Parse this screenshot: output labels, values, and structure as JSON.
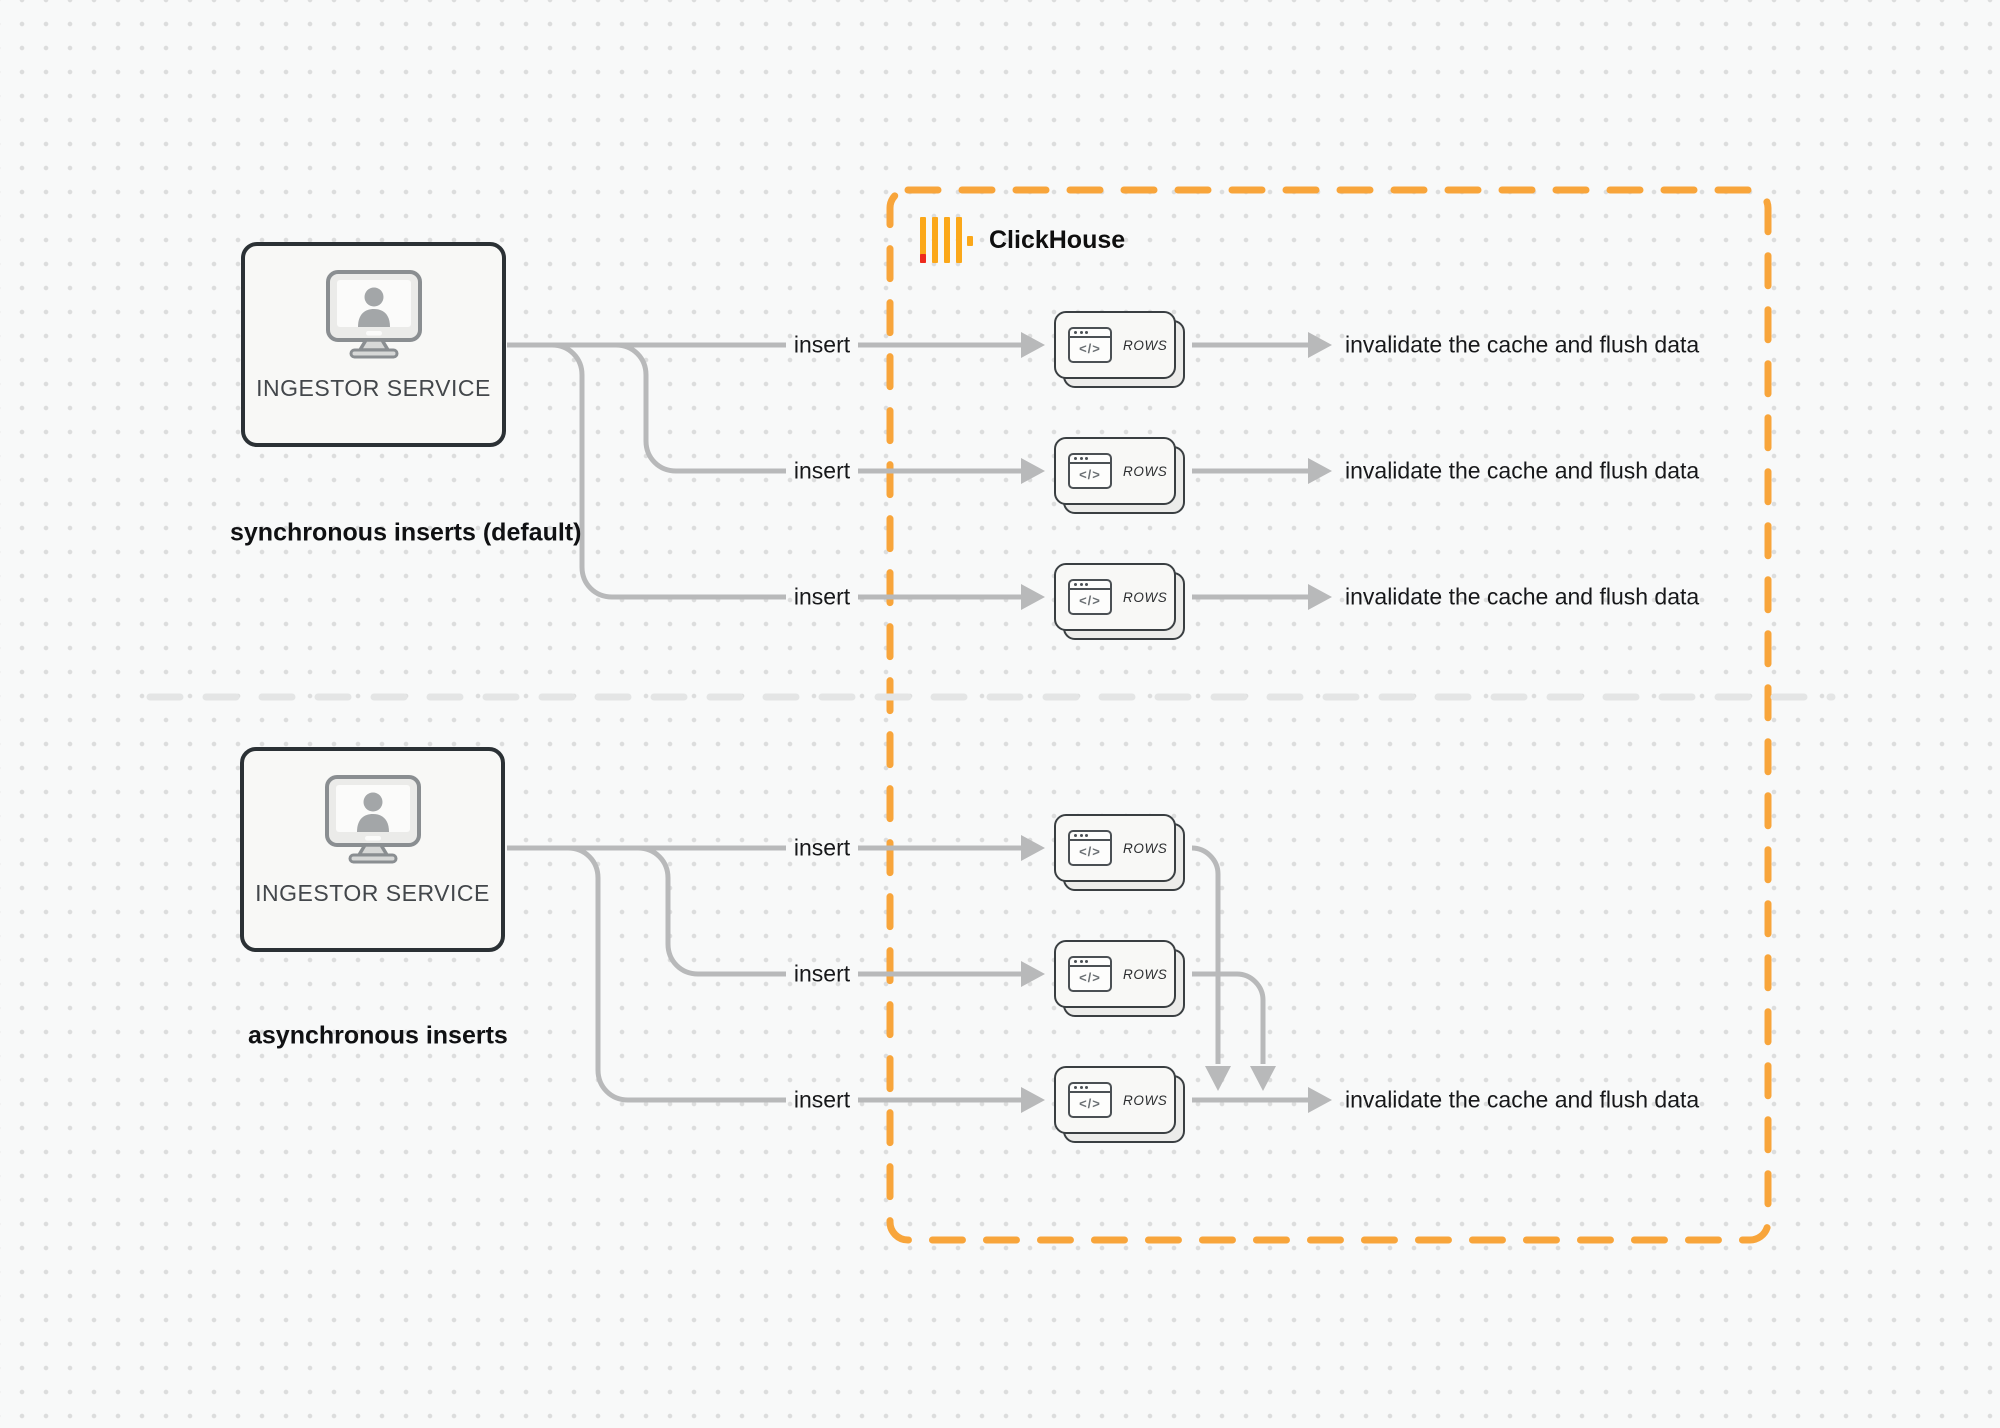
{
  "colors": {
    "accent_orange": "#F8A53B",
    "brand_yellow": "#FBA81A",
    "brand_red": "#EE2A1E",
    "connector_gray": "#B8B9BA",
    "divider_gray": "#E4E5E5",
    "card_border": "#3A3F42",
    "text_dark": "#17181A"
  },
  "clickhouse": {
    "title": "ClickHouse",
    "logo_icon": "clickhouse-bars-icon"
  },
  "icons": {
    "code_glyph": "</>",
    "source_icon": "monitor-user-icon",
    "card_icon": "code-window-icon"
  },
  "sync": {
    "source_label": "INGESTOR SERVICE",
    "caption": "synchronous inserts (default)",
    "rows": [
      {
        "insert_label": "insert",
        "card_label": "ROWS",
        "result_label": "invalidate the cache and flush data"
      },
      {
        "insert_label": "insert",
        "card_label": "ROWS",
        "result_label": "invalidate the cache and flush data"
      },
      {
        "insert_label": "insert",
        "card_label": "ROWS",
        "result_label": "invalidate the cache and flush data"
      }
    ]
  },
  "async": {
    "source_label": "INGESTOR SERVICE",
    "caption": "asynchronous inserts",
    "rows": [
      {
        "insert_label": "insert",
        "card_label": "ROWS"
      },
      {
        "insert_label": "insert",
        "card_label": "ROWS"
      },
      {
        "insert_label": "insert",
        "card_label": "ROWS"
      }
    ],
    "result_label": "invalidate the cache and flush data"
  }
}
